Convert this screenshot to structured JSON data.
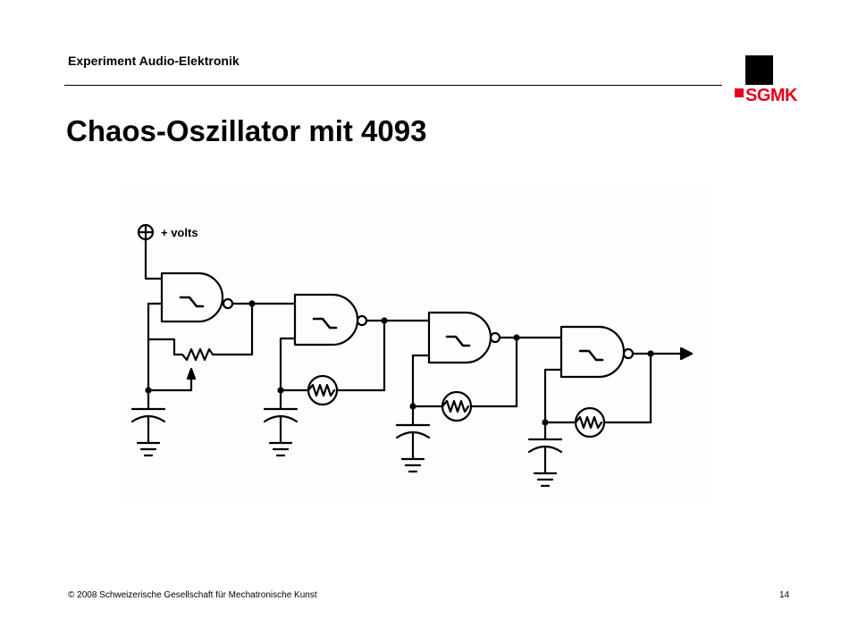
{
  "header": {
    "title": "Experiment Audio-Elektronik"
  },
  "logo": {
    "text": "SGMK",
    "accent_color": "#e3001b"
  },
  "slide": {
    "title": "Chaos-Oszillator mit 4093"
  },
  "diagram": {
    "supply_label": "+ volts"
  },
  "footer": {
    "copyright": "© 2008 Schweizerische Gesellschaft für Mechatronische Kunst",
    "page_number": "14"
  }
}
